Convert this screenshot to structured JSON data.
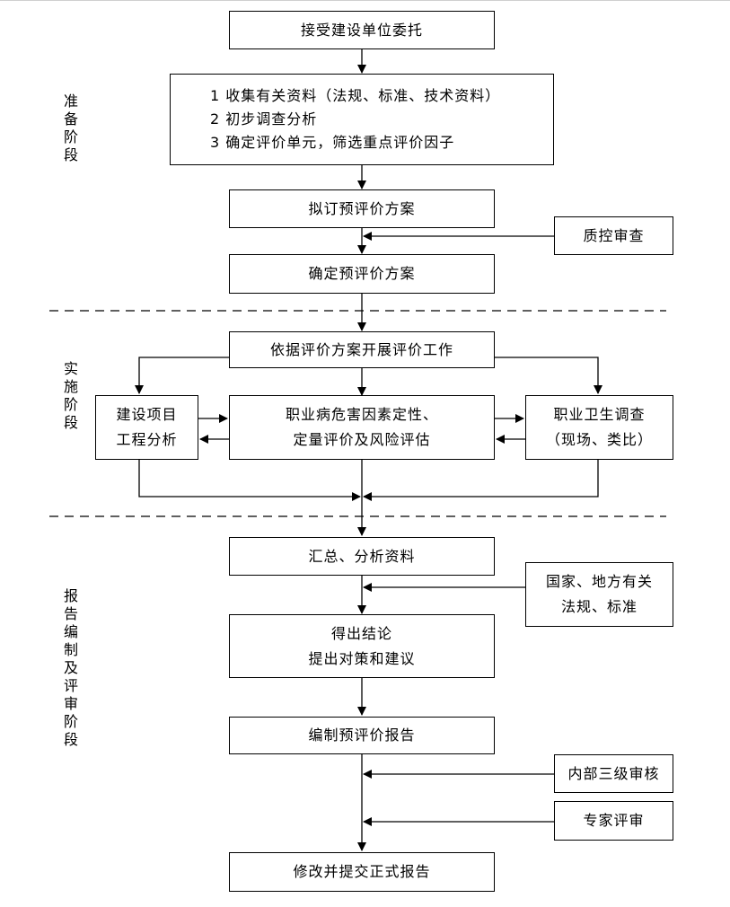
{
  "stages": {
    "prep": "准备阶段",
    "impl": "实施阶段",
    "report": "报告编制及评审阶段"
  },
  "boxes": {
    "entrust": "接受建设单位委托",
    "prep_steps": [
      "1  收集有关资料（法规、标准、技术资料）",
      "2  初步调查分析",
      "3  确定评价单元，筛选重点评价因子"
    ],
    "draft_plan": "拟订预评价方案",
    "quality_review": "质控审查",
    "confirm_plan": "确定预评价方案",
    "carry_out": "依据评价方案开展评价工作",
    "project_analysis": [
      "建设项目",
      "工程分析"
    ],
    "hazard_eval": [
      "职业病危害因素定性、",
      "定量评价及风险评估"
    ],
    "hygiene_survey": [
      "职业卫生调查",
      "（现场、类比）"
    ],
    "summarize": "汇总、分析资料",
    "regulations": [
      "国家、地方有关",
      "法规、标准"
    ],
    "conclusion": [
      "得出结论",
      "提出对策和建议"
    ],
    "compile_report": "编制预评价报告",
    "internal_review": "内部三级审核",
    "expert_review": "专家评审",
    "final_report": "修改并提交正式报告"
  }
}
